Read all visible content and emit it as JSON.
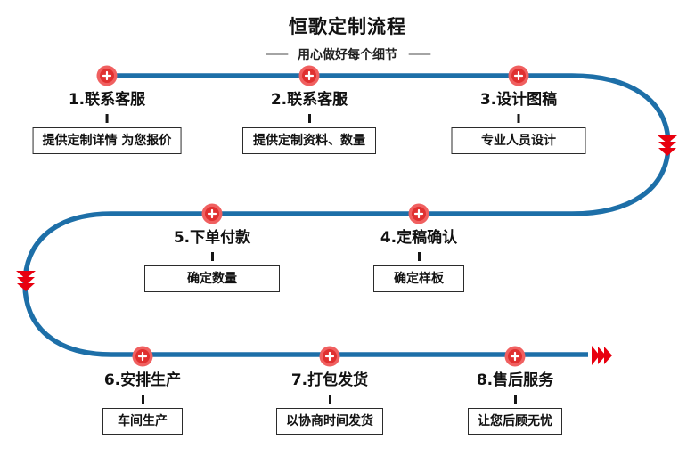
{
  "header": {
    "title": "恒歌定制流程",
    "subtitle": "用心做好每个细节",
    "dash": "——"
  },
  "colors": {
    "line": "#1d6fa8",
    "node_outer": "#f06060",
    "node_inner": "#e03030",
    "node_plus": "#ffffff",
    "arrow": "#e8000f"
  },
  "steps": [
    {
      "label": "1.联系客服",
      "box": "提供定制详情 为您报价"
    },
    {
      "label": "2.联系客服",
      "box": "提供定制资料、数量"
    },
    {
      "label": "3.设计图稿",
      "box": "专业人员设计"
    },
    {
      "label": "4.定稿确认",
      "box": "确定样板"
    },
    {
      "label": "5.下单付款",
      "box": "确定数量"
    },
    {
      "label": "6.安排生产",
      "box": "车间生产"
    },
    {
      "label": "7.打包发货",
      "box": "以协商时间发货"
    },
    {
      "label": "8.售后服务",
      "box": "让您后顾无忧"
    }
  ]
}
